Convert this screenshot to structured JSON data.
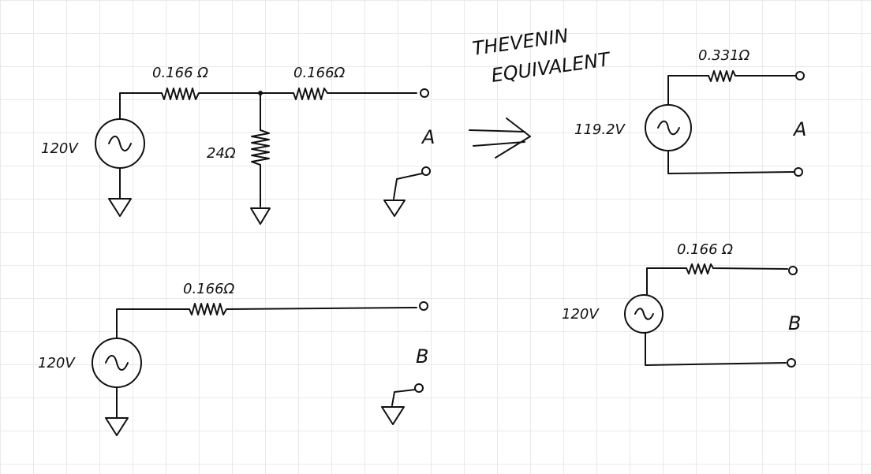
{
  "circuit_a": {
    "source_label": "120V",
    "r1_label": "0.166 Ω",
    "r2_label": "0.166Ω",
    "shunt_label": "24Ω",
    "terminal_label": "A"
  },
  "circuit_b": {
    "source_label": "120V",
    "r1_label": "0.166Ω",
    "terminal_label": "B"
  },
  "thevenin_title": {
    "line1": "THEVENIN",
    "line2": "EQUIVALENT"
  },
  "equiv_a": {
    "source_label": "119.2V",
    "r_label": "0.331Ω",
    "terminal_label": "A"
  },
  "equiv_b": {
    "source_label": "120V",
    "r_label": "0.166 Ω",
    "terminal_label": "B"
  }
}
